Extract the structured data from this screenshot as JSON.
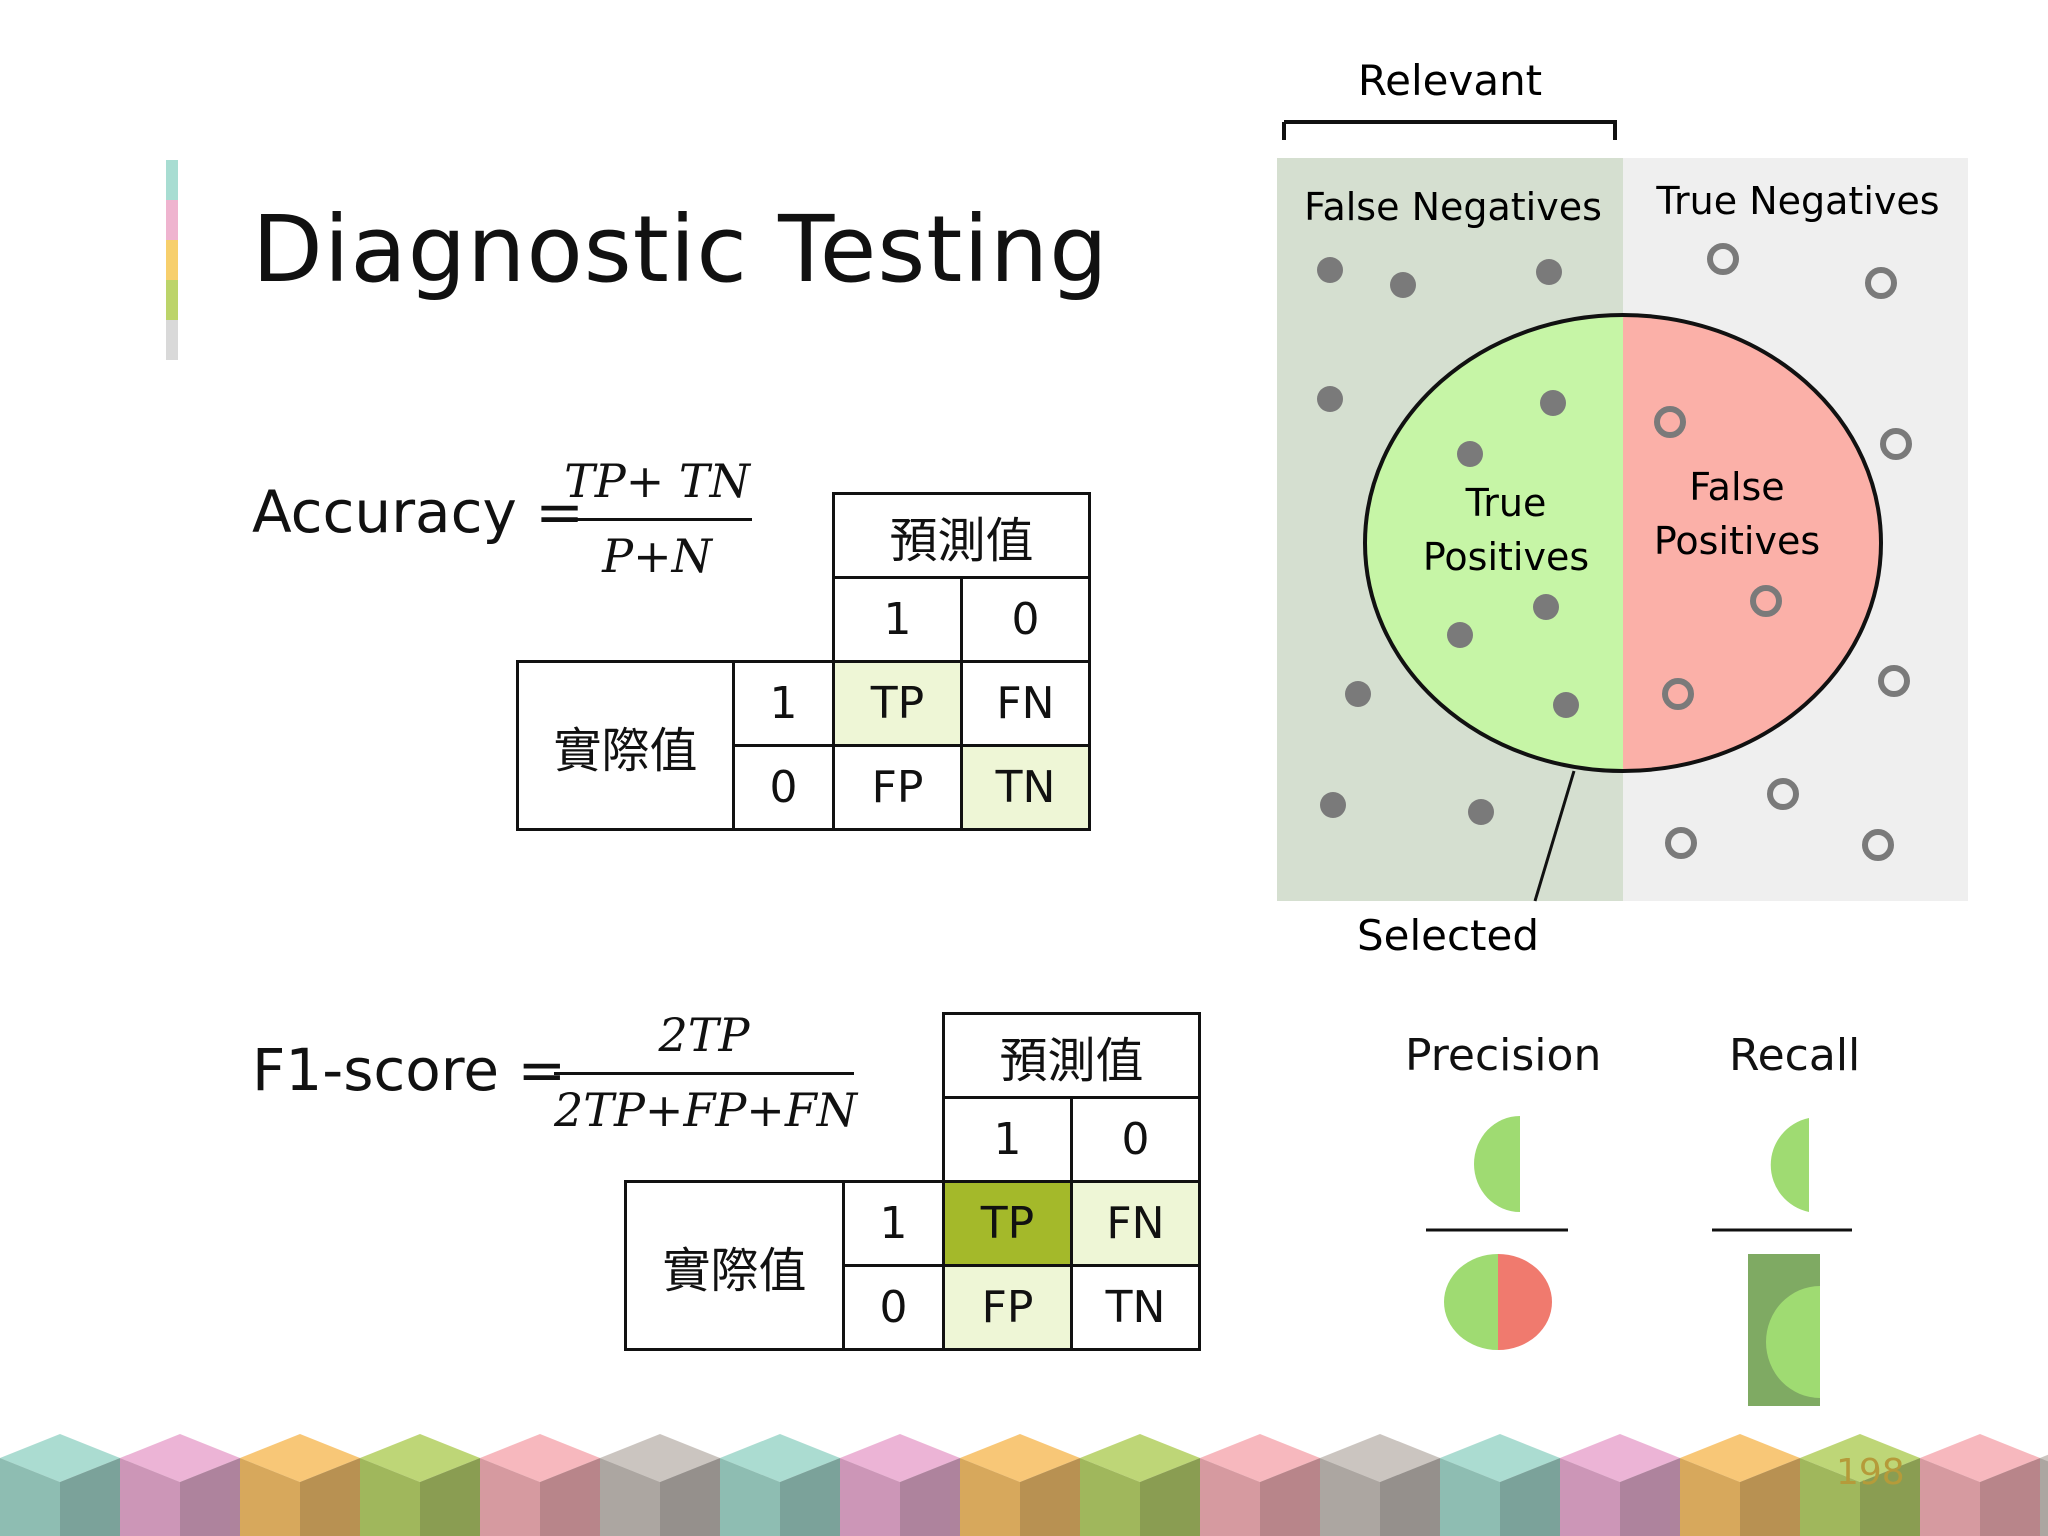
{
  "slide": {
    "title": "Diagnostic Testing",
    "page_number": "198",
    "accent_colors": [
      "#a8ddd2",
      "#efb4cf",
      "#f7cf6c",
      "#bcd46a",
      "#d9d9d9"
    ]
  },
  "accuracy": {
    "lhs": "Accuracy =",
    "numerator": "TP+ TN",
    "denominator": "P+N",
    "matrix": {
      "predicted_header": "預測值",
      "actual_header": "實際值",
      "col_labels": [
        "1",
        "0"
      ],
      "row_labels": [
        "1",
        "0"
      ],
      "cells": [
        [
          "TP",
          "FN"
        ],
        [
          "FP",
          "TN"
        ]
      ]
    }
  },
  "f1": {
    "lhs": "F1-score =",
    "numerator": "2TP",
    "denominator": "2TP+FP+FN",
    "matrix": {
      "predicted_header": "預測值",
      "actual_header": "實際值",
      "col_labels": [
        "1",
        "0"
      ],
      "row_labels": [
        "1",
        "0"
      ],
      "cells": [
        [
          "TP",
          "FN"
        ],
        [
          "FP",
          "TN"
        ]
      ]
    }
  },
  "venn": {
    "relevant": "Relevant",
    "selected": "Selected",
    "false_negatives": "False Negatives",
    "true_negatives": "True Negatives",
    "true_positives_line1": "True",
    "true_positives_line2": "Positives",
    "false_positives_line1": "False",
    "false_positives_line2": "Positives"
  },
  "metrics": {
    "precision": "Precision",
    "recall": "Recall"
  },
  "colors": {
    "highlight_light": "#eef6d6",
    "highlight_strong": "#a4b92a",
    "relevant_bg": "#d5dfd0",
    "negative_bg": "#efefef",
    "tp_green": "#c6f5a6",
    "fp_red": "#fbb0a8",
    "half_green": "#9fdb72",
    "half_red": "#f07a6e",
    "recall_bar": "#7faa63"
  }
}
